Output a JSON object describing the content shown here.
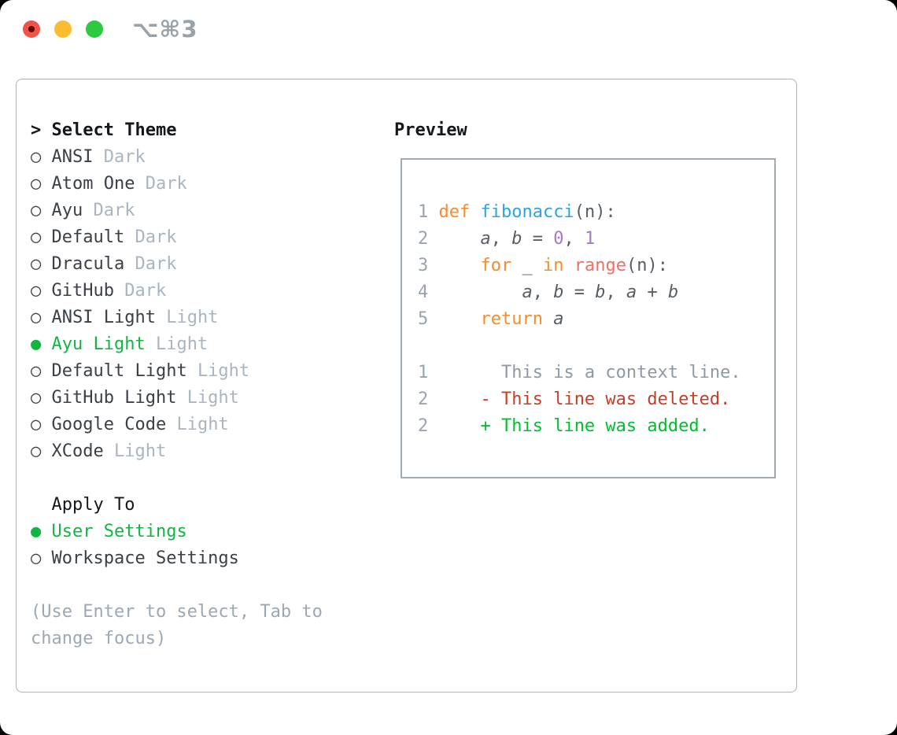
{
  "colors": {
    "black": "#14181c",
    "dark": "#3a4046",
    "muted": "#aab5c0",
    "hint": "#9ca8b4",
    "green_sel": "#11b542",
    "green_add": "#00bf2d",
    "red_del": "#c73e25",
    "orange": "#f98b2d",
    "blue": "#2aa4e8",
    "purple": "#a37acc",
    "salmon": "#ef6e66",
    "plain": "#575e66",
    "num": "#9aa4ae",
    "ctxgray": "#8f99a3",
    "border1": "#abb2ba",
    "border2": "#a2aab2",
    "titlegray": "#99a1a9",
    "tl_red": "#f25349",
    "tl_red_dot": "#5d0a0c",
    "tl_yellow": "#fbbc30",
    "tl_green": "#2ec940"
  },
  "window": {
    "shortcut": "⌥⌘3",
    "traffic_lights": [
      "close",
      "minimize",
      "zoom"
    ]
  },
  "theme_picker": {
    "header": {
      "prompt": "> ",
      "label": "Select Theme"
    },
    "items": [
      {
        "name": "ANSI",
        "variant": "Dark",
        "selected": false
      },
      {
        "name": "Atom One",
        "variant": "Dark",
        "selected": false
      },
      {
        "name": "Ayu",
        "variant": "Dark",
        "selected": false
      },
      {
        "name": "Default",
        "variant": "Dark",
        "selected": false
      },
      {
        "name": "Dracula",
        "variant": "Dark",
        "selected": false
      },
      {
        "name": "GitHub",
        "variant": "Dark",
        "selected": false
      },
      {
        "name": "ANSI Light",
        "variant": "Light",
        "selected": false
      },
      {
        "name": "Ayu Light",
        "variant": "Light",
        "selected": true
      },
      {
        "name": "Default Light",
        "variant": "Light",
        "selected": false
      },
      {
        "name": "GitHub Light",
        "variant": "Light",
        "selected": false
      },
      {
        "name": "Google Code",
        "variant": "Light",
        "selected": false
      },
      {
        "name": "XCode",
        "variant": "Light",
        "selected": false
      }
    ],
    "apply_to": {
      "label": "Apply To",
      "options": [
        {
          "name": "User Settings",
          "selected": true
        },
        {
          "name": "Workspace Settings",
          "selected": false
        }
      ]
    },
    "hint": "(Use Enter to select, Tab to\nchange focus)"
  },
  "preview": {
    "label": "Preview",
    "code_lines": [
      {
        "segments": [
          {
            "t": "1 ",
            "c": "num"
          },
          {
            "t": "def",
            "c": "kw"
          },
          {
            "t": " ",
            "c": "plain"
          },
          {
            "t": "fibonacci",
            "c": "fn"
          },
          {
            "t": "(n):",
            "c": "plain"
          }
        ]
      },
      {
        "segments": [
          {
            "t": "2",
            "c": "num"
          },
          {
            "t": "     ",
            "c": "plain"
          },
          {
            "t": "a",
            "c": "var"
          },
          {
            "t": ", ",
            "c": "plain"
          },
          {
            "t": "b",
            "c": "var"
          },
          {
            "t": " = ",
            "c": "plain"
          },
          {
            "t": "0",
            "c": "numlit"
          },
          {
            "t": ", ",
            "c": "plain"
          },
          {
            "t": "1",
            "c": "numlit"
          }
        ]
      },
      {
        "segments": [
          {
            "t": "3",
            "c": "num"
          },
          {
            "t": "     ",
            "c": "plain"
          },
          {
            "t": "for",
            "c": "kw"
          },
          {
            "t": " _ ",
            "c": "plain"
          },
          {
            "t": "in",
            "c": "kw"
          },
          {
            "t": " ",
            "c": "plain"
          },
          {
            "t": "range",
            "c": "call"
          },
          {
            "t": "(n):",
            "c": "plain"
          }
        ]
      },
      {
        "segments": [
          {
            "t": "4",
            "c": "num"
          },
          {
            "t": "         ",
            "c": "plain"
          },
          {
            "t": "a",
            "c": "var"
          },
          {
            "t": ", ",
            "c": "plain"
          },
          {
            "t": "b",
            "c": "var"
          },
          {
            "t": " = ",
            "c": "plain"
          },
          {
            "t": "b",
            "c": "var"
          },
          {
            "t": ", ",
            "c": "plain"
          },
          {
            "t": "a",
            "c": "var"
          },
          {
            "t": " + ",
            "c": "plain"
          },
          {
            "t": "b",
            "c": "var"
          }
        ]
      },
      {
        "segments": [
          {
            "t": "5",
            "c": "num"
          },
          {
            "t": "     ",
            "c": "plain"
          },
          {
            "t": "return",
            "c": "kw"
          },
          {
            "t": " ",
            "c": "plain"
          },
          {
            "t": "a",
            "c": "var"
          }
        ]
      },
      {
        "segments": []
      },
      {
        "segments": [
          {
            "t": "1",
            "c": "num"
          },
          {
            "t": "       ",
            "c": "plain"
          },
          {
            "t": "This is a context line.",
            "c": "ctx"
          }
        ]
      },
      {
        "segments": [
          {
            "t": "2",
            "c": "num"
          },
          {
            "t": "     ",
            "c": "plain"
          },
          {
            "t": "- This line was deleted.",
            "c": "del"
          }
        ]
      },
      {
        "segments": [
          {
            "t": "2",
            "c": "num"
          },
          {
            "t": "     ",
            "c": "plain"
          },
          {
            "t": "+ This line was added.",
            "c": "add"
          }
        ]
      }
    ]
  },
  "markers": {
    "unselected": "○ ",
    "selected": "● "
  }
}
